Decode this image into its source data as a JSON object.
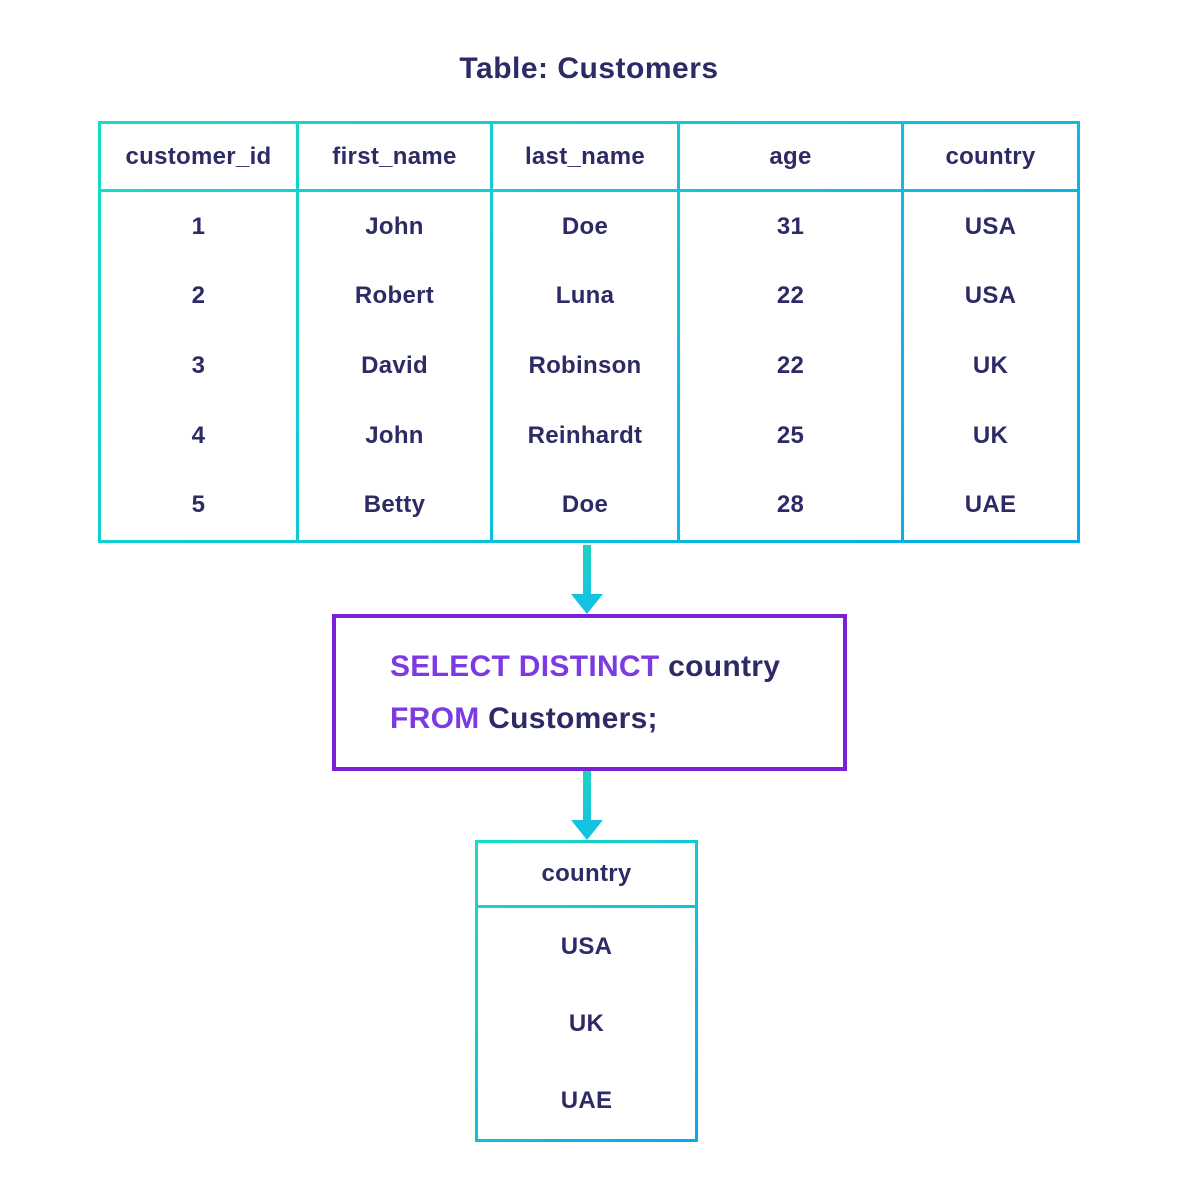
{
  "title": "Table: Customers",
  "colors": {
    "table_border_start": "#15ddc6",
    "table_border_end": "#00aaec",
    "query_border": "#7b20d9",
    "keyword": "#7c3ae2",
    "text": "#2d2b66",
    "background": "#ffffff"
  },
  "source_table": {
    "columns": [
      "customer_id",
      "first_name",
      "last_name",
      "age",
      "country"
    ],
    "rows": [
      [
        "1",
        "John",
        "Doe",
        "31",
        "USA"
      ],
      [
        "2",
        "Robert",
        "Luna",
        "22",
        "USA"
      ],
      [
        "3",
        "David",
        "Robinson",
        "22",
        "UK"
      ],
      [
        "4",
        "John",
        "Reinhardt",
        "25",
        "UK"
      ],
      [
        "5",
        "Betty",
        "Doe",
        "28",
        "UAE"
      ]
    ]
  },
  "query": {
    "line1": {
      "keyword": "SELECT DISTINCT",
      "rest": " country"
    },
    "line2": {
      "keyword": "FROM",
      "rest": " Customers;"
    }
  },
  "result_table": {
    "column": "country",
    "rows": [
      "USA",
      "UK",
      "UAE"
    ]
  }
}
